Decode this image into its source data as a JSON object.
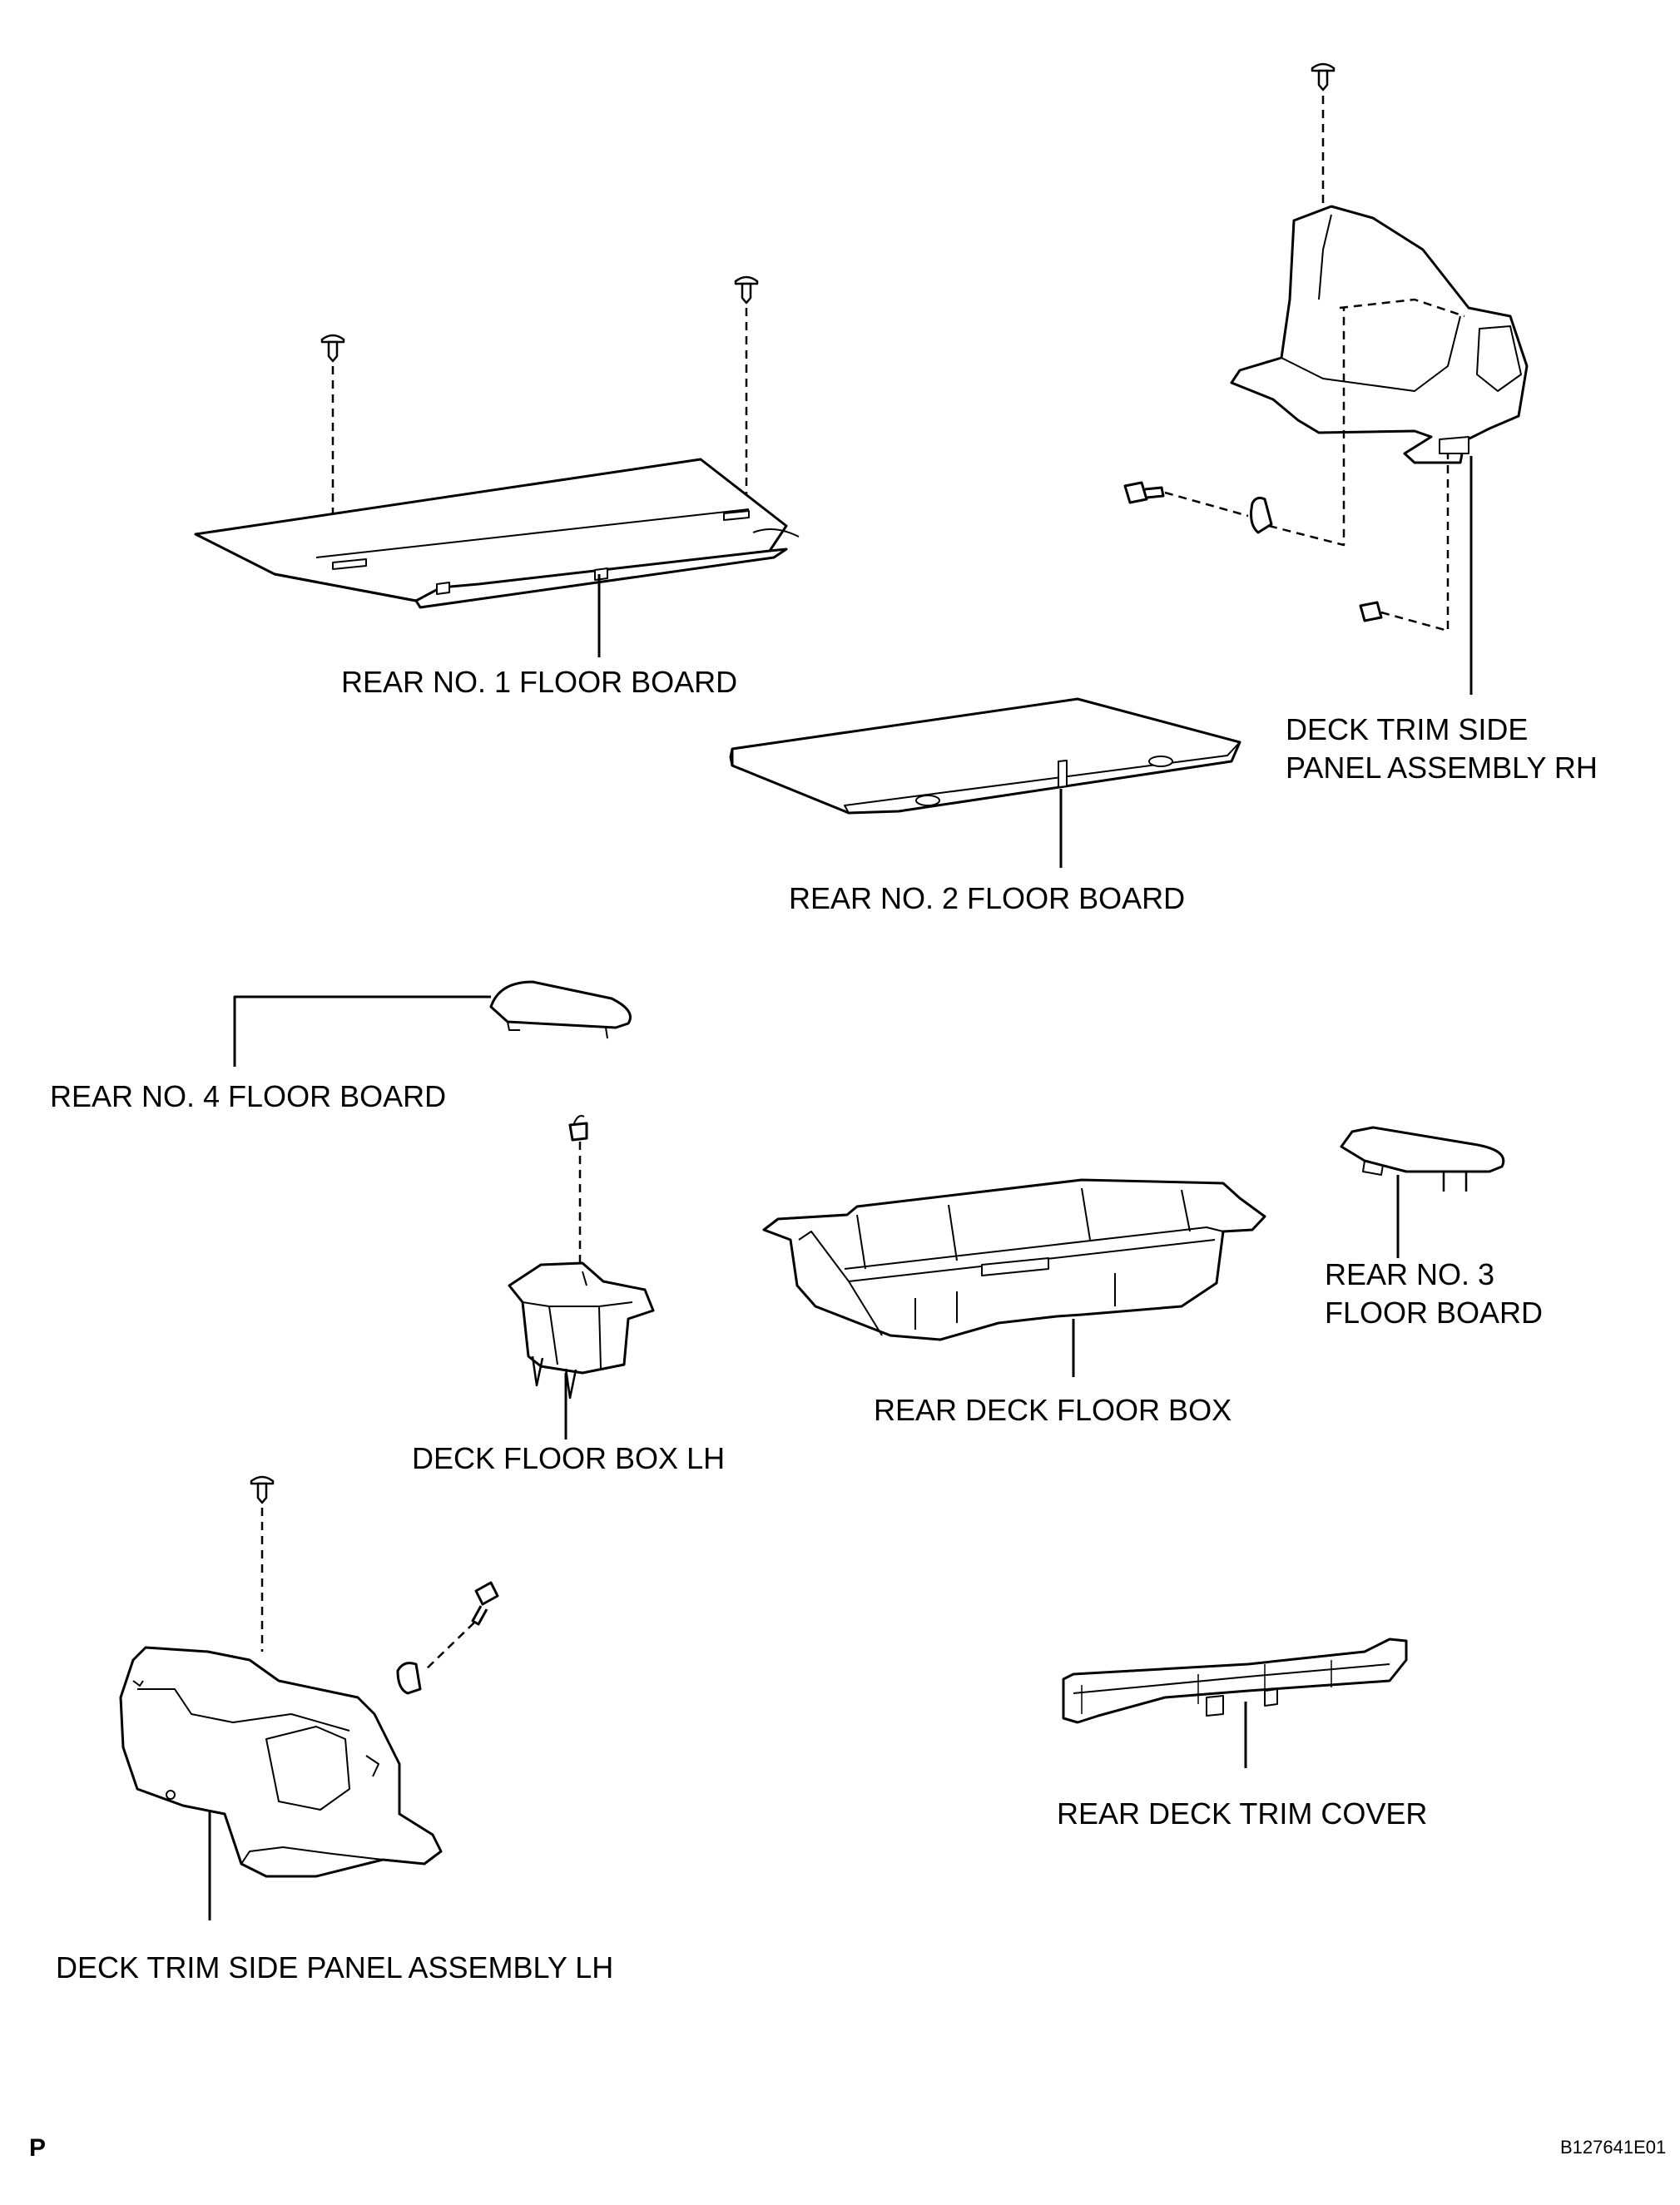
{
  "labels": {
    "rear_no1_floor_board": "REAR NO. 1 FLOOR BOARD",
    "deck_trim_side_panel_rh_line1": "DECK TRIM SIDE",
    "deck_trim_side_panel_rh_line2": "PANEL ASSEMBLY RH",
    "rear_no2_floor_board": "REAR NO. 2 FLOOR BOARD",
    "rear_no4_floor_board": "REAR NO. 4 FLOOR BOARD",
    "rear_no3_floor_board_line1": "REAR NO. 3",
    "rear_no3_floor_board_line2": "FLOOR BOARD",
    "rear_deck_floor_box": "REAR DECK FLOOR BOX",
    "deck_floor_box_lh": "DECK FLOOR BOX LH",
    "rear_deck_trim_cover": "REAR DECK TRIM COVER",
    "deck_trim_side_panel_lh": "DECK TRIM SIDE PANEL ASSEMBLY LH"
  },
  "footer": {
    "page_mark": "P",
    "figure_code": "B127641E01"
  }
}
